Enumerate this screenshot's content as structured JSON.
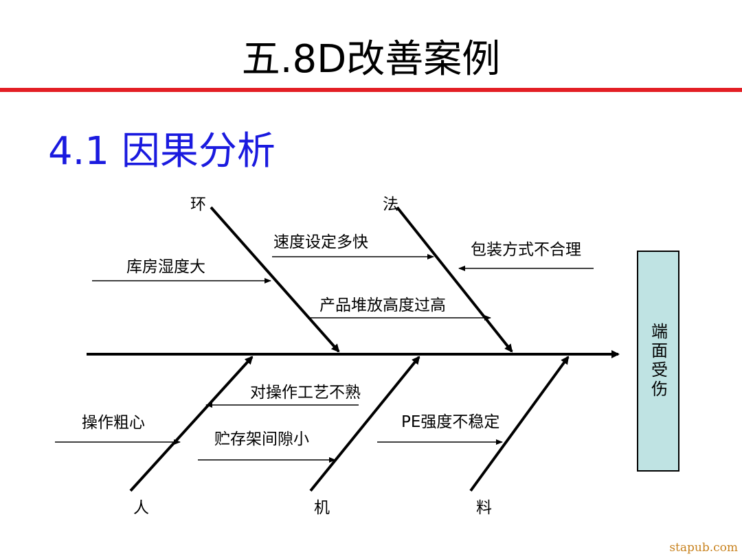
{
  "slide": {
    "title": "五.8D改善案例",
    "subtitle": "4.1 因果分析",
    "watermark": "stapub.com",
    "colors": {
      "title_rule": "#e31e24",
      "subtitle": "#1a1adf",
      "effect_box": "#bfe3e3"
    }
  },
  "diagram": {
    "effect": "端面受伤",
    "categories": {
      "environment": "环",
      "method": "法",
      "man": "人",
      "machine": "机",
      "material": "料"
    },
    "causes": {
      "warehouse_humidity": "库房湿度大",
      "speed_setting": "速度设定多快",
      "stack_height": "产品堆放高度过高",
      "packing_method": "包装方式不合理",
      "process_unfamiliar": "对操作工艺不熟",
      "careless_operation": "操作粗心",
      "rack_gap": "贮存架间隙小",
      "pe_strength": "PE强度不稳定"
    }
  }
}
